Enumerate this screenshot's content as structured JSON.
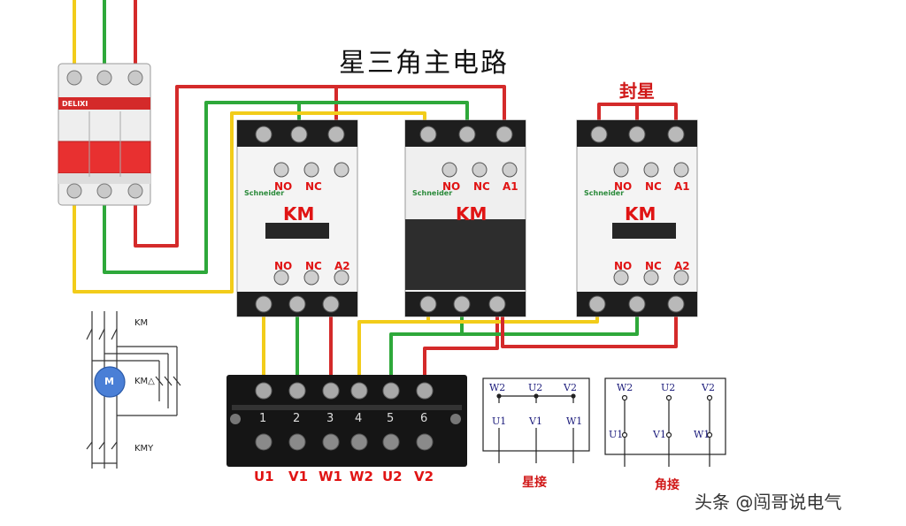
{
  "title": "星三角主电路",
  "star_seal_label": "封星",
  "breaker": {
    "brand": "DELIXI"
  },
  "contactors": [
    {
      "brand": "Schneider",
      "main_label": "KM",
      "top_terminals": [
        "NO",
        "NC",
        ""
      ],
      "bottom_terminals": [
        "NO",
        "NC",
        "A2"
      ]
    },
    {
      "brand": "Schneider",
      "main_label": "KM",
      "top_terminals": [
        "NO",
        "NC",
        "A1"
      ],
      "bottom_terminals": [
        "",
        "",
        ""
      ]
    },
    {
      "brand": "Schneider",
      "main_label": "KM",
      "top_terminals": [
        "NO",
        "NC",
        "A1"
      ],
      "bottom_terminals": [
        "NO",
        "NC",
        "A2"
      ]
    }
  ],
  "terminal_block": {
    "labels": [
      "U1",
      "V1",
      "W1",
      "W2",
      "U2",
      "V2"
    ],
    "numbers": [
      "1",
      "2",
      "3",
      "4",
      "5",
      "6"
    ]
  },
  "star_diagram": {
    "top": [
      "W2",
      "U2",
      "V2"
    ],
    "bottom": [
      "U1",
      "V1",
      "W1"
    ],
    "caption": "星接"
  },
  "delta_diagram": {
    "top": [
      "W2",
      "U2",
      "V2"
    ],
    "bottom": [
      "U1",
      "V1",
      "W1"
    ],
    "caption": "角接"
  },
  "motor_schematic": {
    "motor": "M",
    "km": "KM",
    "km_delta": "KM△",
    "km_star": "KMY"
  },
  "watermark": "头条 @闯哥说电气",
  "colors": {
    "yellow": "#f2cc1a",
    "green": "#2ea83a",
    "red": "#d42a2a"
  }
}
